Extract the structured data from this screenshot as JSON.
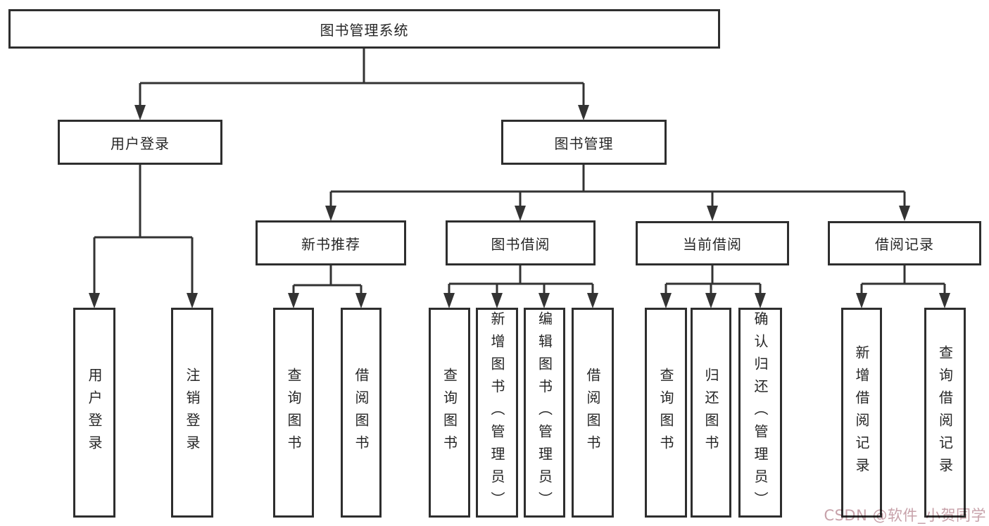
{
  "diagram": {
    "root": "图书管理系统",
    "level2": [
      "用户登录",
      "图书管理"
    ],
    "level3": [
      "新书推荐",
      "图书借阅",
      "当前借阅",
      "借阅记录"
    ],
    "leaves": {
      "user_login": [
        "用户登录",
        "注销登录"
      ],
      "new_books": [
        "查询图书",
        "借阅图书"
      ],
      "book_borrow": [
        "查询图书",
        "新增图书（管理员）",
        "编辑图书（管理员）",
        "借阅图书"
      ],
      "current_borrow": [
        "查询图书",
        "归还图书",
        "确认归还（管理员）"
      ],
      "borrow_records": [
        "新增借阅记录",
        "查询借阅记录"
      ]
    }
  },
  "watermark": {
    "text": "CSDN @软件_小贺同学",
    "color": "#c7a2aa"
  },
  "colors": {
    "line": "#333333",
    "border": "#2e2e2e",
    "background": "#ffffff",
    "text": "#262626"
  }
}
